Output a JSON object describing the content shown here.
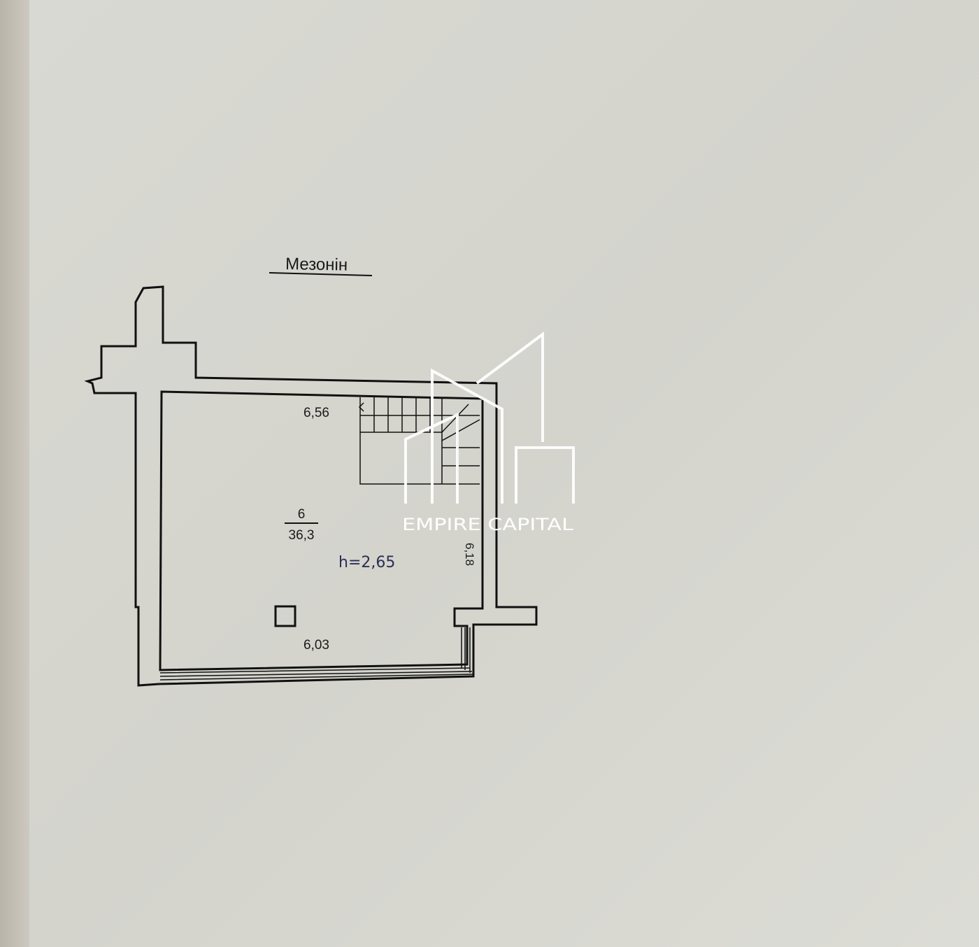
{
  "plan": {
    "title": "Мезонін",
    "room_number": "6",
    "room_area": "36,3",
    "dim_top": "6,56",
    "dim_bottom": "6,03",
    "dim_right": "6,18",
    "height_note": "h=2,65"
  },
  "watermark": {
    "brand": "EMPIRE CAPITAL",
    "color": "#ffffff"
  }
}
